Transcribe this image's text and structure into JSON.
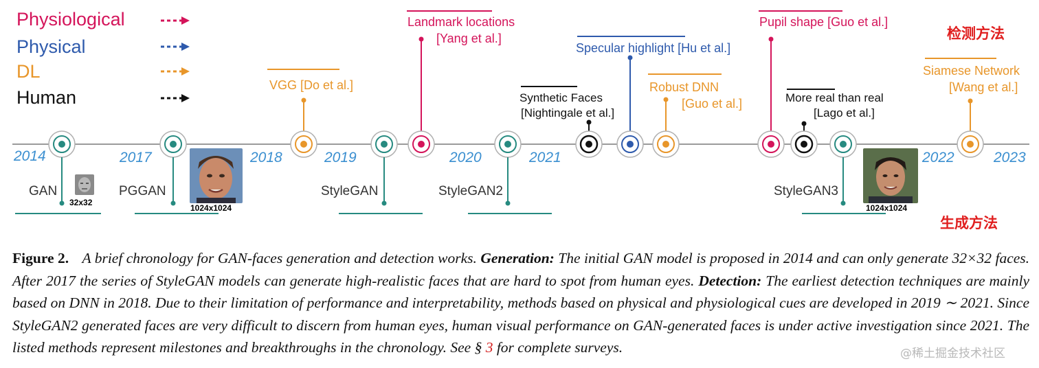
{
  "colors": {
    "physiological": "#d4145a",
    "physical": "#2e5aac",
    "dl": "#e8962a",
    "human": "#111111",
    "generation": "#268a80",
    "axis": "#9a9a9a",
    "year": "#3b8fd0",
    "cn": "#e01f1f"
  },
  "legend": [
    {
      "label": "Physiological",
      "color": "#d4145a"
    },
    {
      "label": "Physical",
      "color": "#2e5aac"
    },
    {
      "label": "DL",
      "color": "#e8962a"
    },
    {
      "label": "Human",
      "color": "#111111"
    }
  ],
  "years": [
    "2014",
    "2017",
    "2018",
    "2019",
    "2020",
    "2021",
    "2022",
    "2023"
  ],
  "generation_models": [
    "GAN",
    "PGGAN",
    "StyleGAN",
    "StyleGAN2",
    "StyleGAN3"
  ],
  "face_labels": [
    "32x32",
    "1024x1024",
    "1024x1024"
  ],
  "detection_methods": [
    {
      "line1": "VGG [Do et al.]",
      "line2": "",
      "type": "dl"
    },
    {
      "line1": "Landmark locations",
      "line2": "[Yang et al.]",
      "type": "physiological"
    },
    {
      "line1": "Synthetic Faces",
      "line2": "[Nightingale et al.]",
      "type": "human"
    },
    {
      "line1": "Specular highlight [Hu et al.]",
      "line2": "",
      "type": "physical"
    },
    {
      "line1": "Robust DNN",
      "line2": "[Guo et al.]",
      "type": "dl"
    },
    {
      "line1": "Pupil shape [Guo et al.]",
      "line2": "",
      "type": "physiological"
    },
    {
      "line1": "More real than real",
      "line2": "[Lago et al.]",
      "type": "human"
    },
    {
      "line1": "Siamese Network",
      "line2": "[Wang et al.]",
      "type": "dl"
    }
  ],
  "cn_labels": {
    "detection": "检测方法",
    "generation": "生成方法"
  },
  "caption": {
    "label": "Figure 2.",
    "p1": "A brief chronology for GAN-faces generation and detection works.",
    "gen_head": "Generation:",
    "p2": "The initial GAN model is proposed in 2014 and can only generate 32×32 faces. After 2017 the series of StyleGAN models can generate high-realistic faces that are hard to spot from human eyes.",
    "det_head": "Detection:",
    "p3": "The earliest detection techniques are mainly based on DNN in 2018. Due to their limitation of performance and interpretability, methods based on physical and physiological cues are developed in 2019 ∼ 2021. Since StyleGAN2 generated faces are very difficult to discern from human eyes, human visual performance on GAN-generated faces is under active investigation since 2021. The listed methods represent milestones and breakthroughs in the chronology. See §",
    "ref": "3",
    "p4": "for complete surveys."
  },
  "watermark": "@稀土掘金技术社区"
}
